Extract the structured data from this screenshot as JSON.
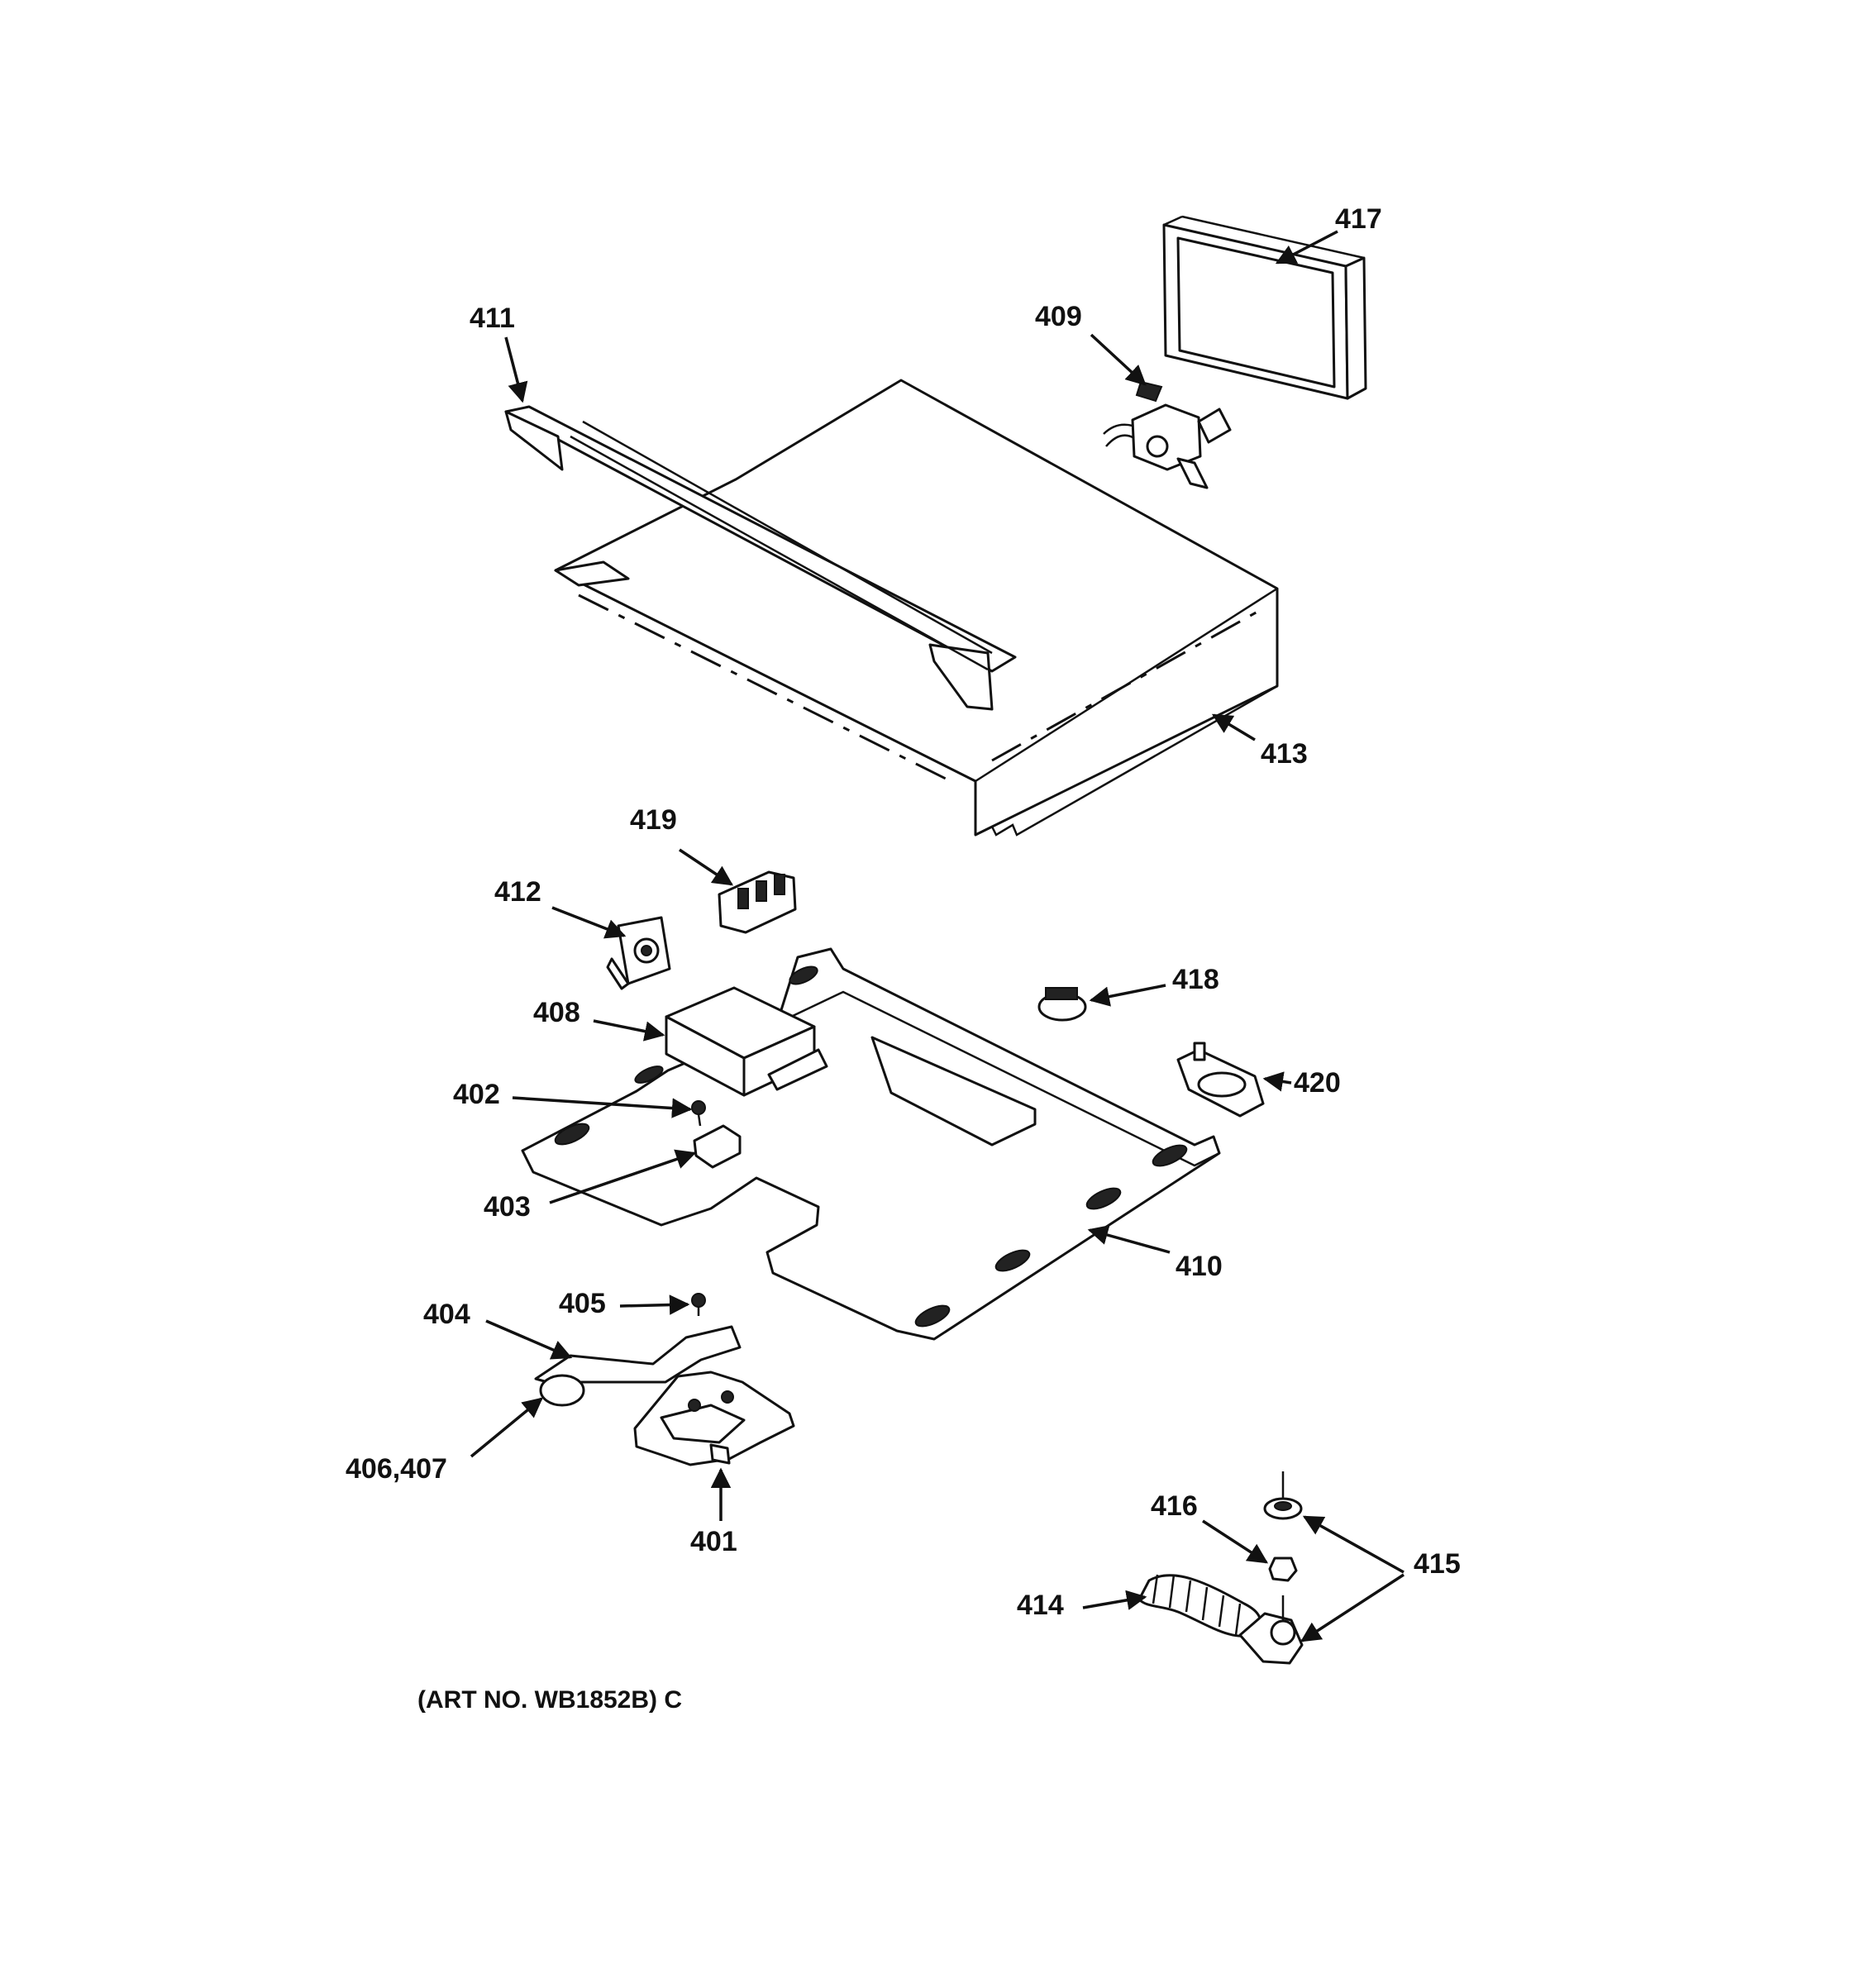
{
  "callouts": {
    "c401": "401",
    "c402": "402",
    "c403": "403",
    "c404": "404",
    "c405": "405",
    "c406_407": "406,407",
    "c408": "408",
    "c409": "409",
    "c410": "410",
    "c411": "411",
    "c412": "412",
    "c413": "413",
    "c414": "414",
    "c415": "415",
    "c416": "416",
    "c417": "417",
    "c418": "418",
    "c419": "419",
    "c420": "420"
  },
  "art_number": "(ART NO. WB1852B) C"
}
